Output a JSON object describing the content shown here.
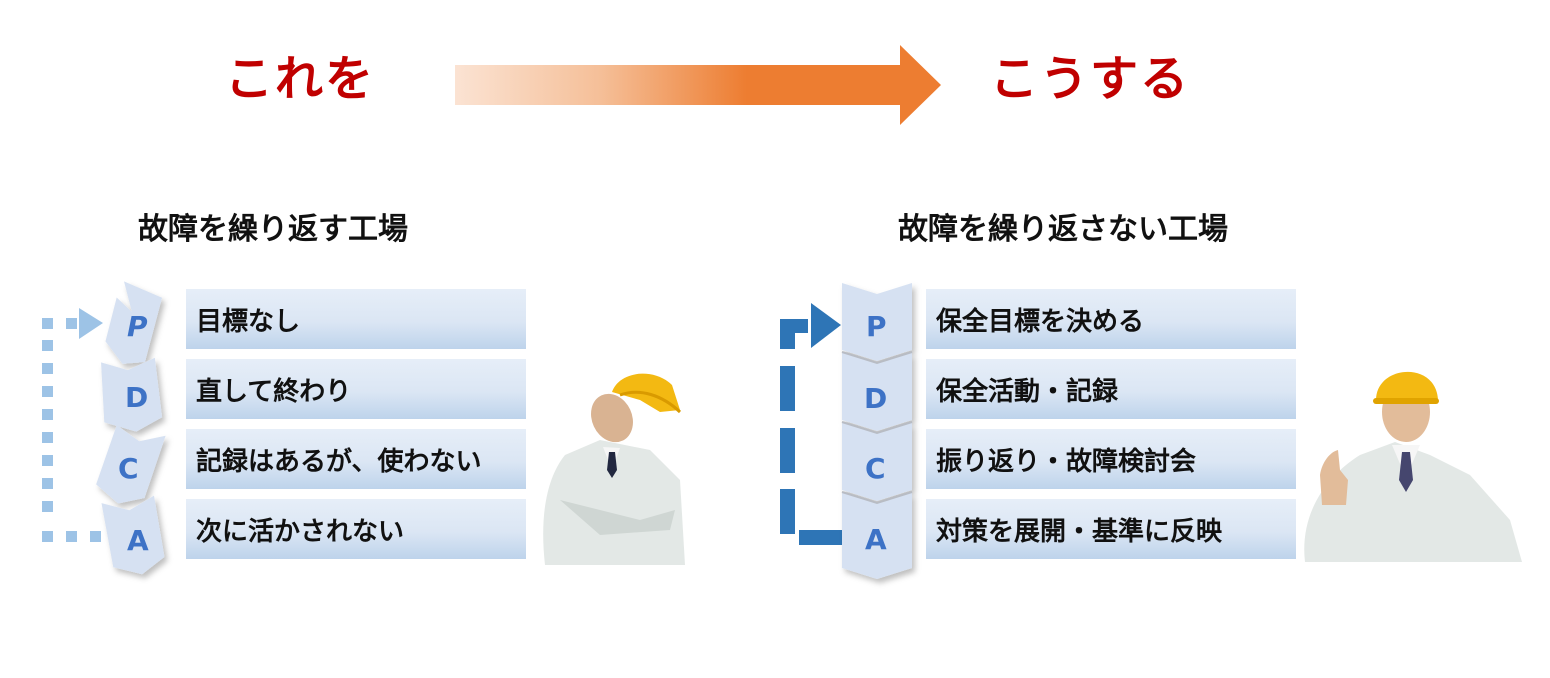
{
  "header": {
    "before_label": "これを",
    "after_label": "こうする",
    "arrow_icon": "gradient-right-arrow",
    "colors": {
      "headline": "#c00000",
      "arrow_start": "#fbe3d3",
      "arrow_end": "#ed7d31"
    }
  },
  "left_panel": {
    "title": "故障を繰り返す工場",
    "cycle_style": "dotted-light",
    "steps": [
      {
        "letter": "P",
        "text": "目標なし"
      },
      {
        "letter": "D",
        "text": "直して終わり"
      },
      {
        "letter": "C",
        "text": "記録はあるが、使わない"
      },
      {
        "letter": "A",
        "text": "次に活かされない"
      }
    ],
    "figure": "worker-troubled",
    "colors": {
      "loop": "#9dc3e6",
      "letter": "#3d72c6"
    }
  },
  "right_panel": {
    "title": "故障を繰り返さない工場",
    "cycle_style": "dashed-solid",
    "steps": [
      {
        "letter": "P",
        "text": "保全目標を決める"
      },
      {
        "letter": "D",
        "text": "保全活動・記録"
      },
      {
        "letter": "C",
        "text": "振り返り・故障検討会"
      },
      {
        "letter": "A",
        "text": "対策を展開・基準に反映"
      }
    ],
    "figure": "worker-thumbs-up",
    "colors": {
      "loop": "#2e75b6",
      "letter": "#3d72c6"
    }
  }
}
